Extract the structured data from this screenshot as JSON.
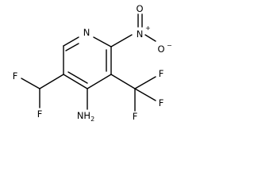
{
  "atoms": {
    "ring_n": "N",
    "nitro_n": "N",
    "nitro_n_charge": "+",
    "nitro_o_top": "O",
    "nitro_o_right": "O",
    "nitro_o_charge": "−",
    "chf2_f1": "F",
    "chf2_f2": "F",
    "amino": "NH",
    "amino_subscript": "2",
    "cf3_f1": "F",
    "cf3_f2": "F",
    "cf3_f3": "F"
  }
}
